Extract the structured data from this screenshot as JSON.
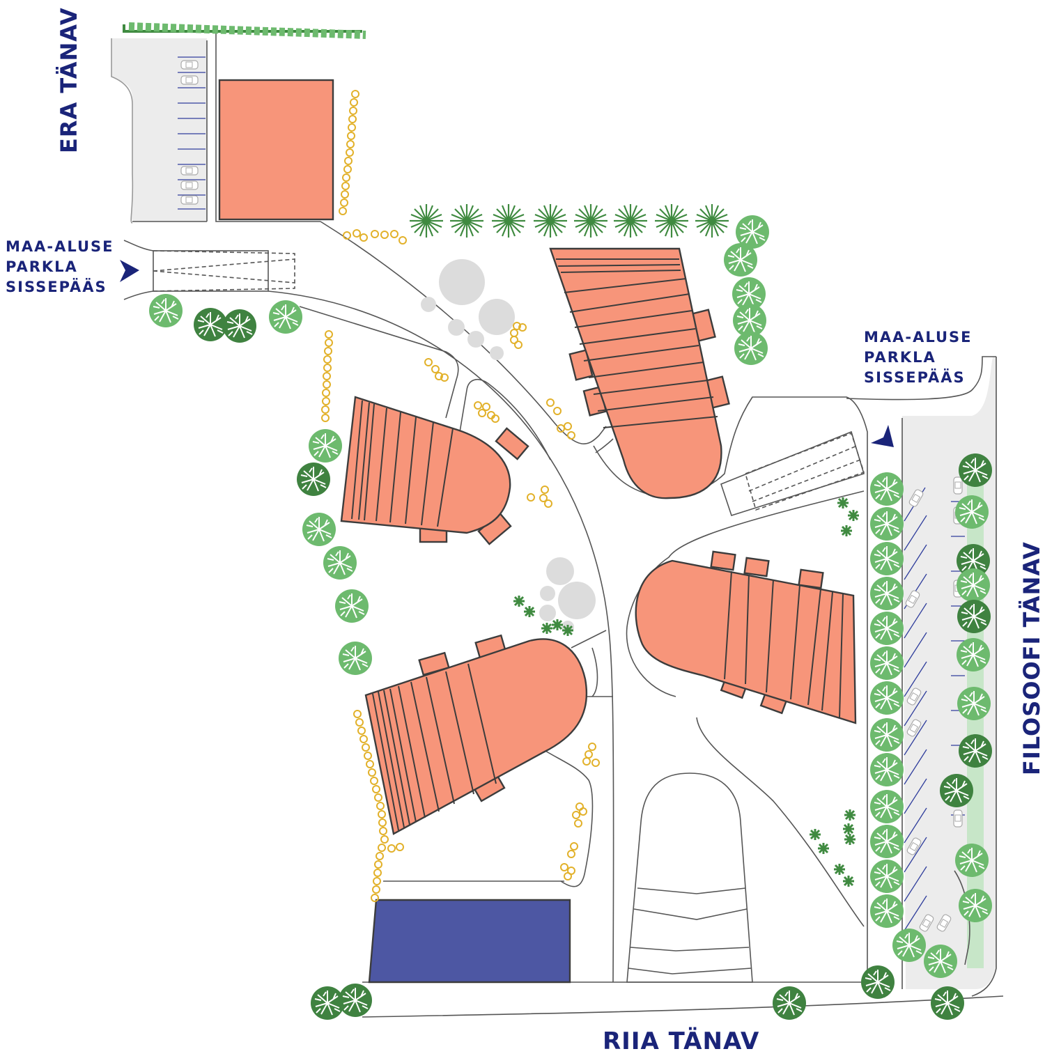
{
  "streets": {
    "era": "ERA TÄNAV",
    "filosoofi": "FILOSOOFI TÄNAV",
    "riia": "RIIA TÄNAV"
  },
  "parking_entrances": {
    "west": {
      "line1": "MAA-ALUSE",
      "line2": "PARKLA",
      "line3": "SISSEPÄÄS"
    },
    "east": {
      "line1": "MAA-ALUSE",
      "line2": "PARKLA",
      "line3": "SISSEPÄÄS"
    }
  },
  "colors": {
    "building_fill": "#f7957a",
    "building_stroke": "#3c3c3c",
    "blue_building": "#4d57a3",
    "paved_area": "#ececec",
    "green_strip": "#c7e6c8",
    "tree_light": "#6dba6e",
    "tree_dark": "#3f8240",
    "shrub_yellow": "#e2b12a",
    "parking_lines": "#2f3d9c",
    "label_navy": "#1a2479",
    "path_lines": "#555555"
  }
}
